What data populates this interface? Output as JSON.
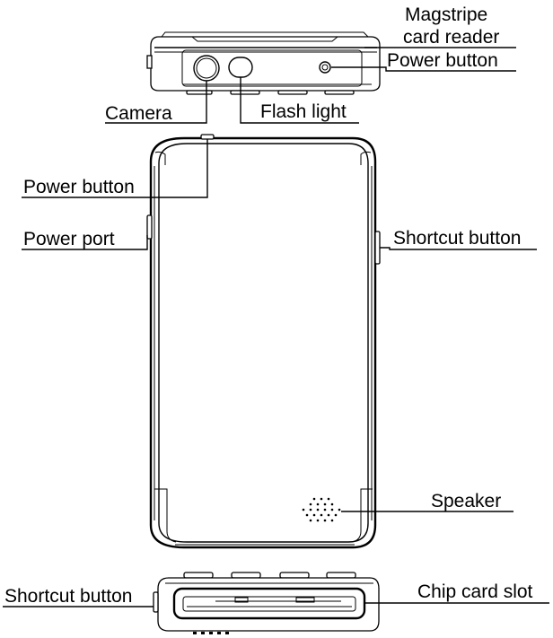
{
  "labels": {
    "magstripe_line1": "Magstripe",
    "magstripe_line2": "card reader",
    "power_button_top": "Power button",
    "camera": "Camera",
    "flash_light": "Flash light",
    "power_button_side": "Power button",
    "power_port": "Power port",
    "shortcut_button_right": "Shortcut button",
    "speaker": "Speaker",
    "shortcut_button_bottom": "Shortcut button",
    "chip_card_slot": "Chip card slot"
  }
}
